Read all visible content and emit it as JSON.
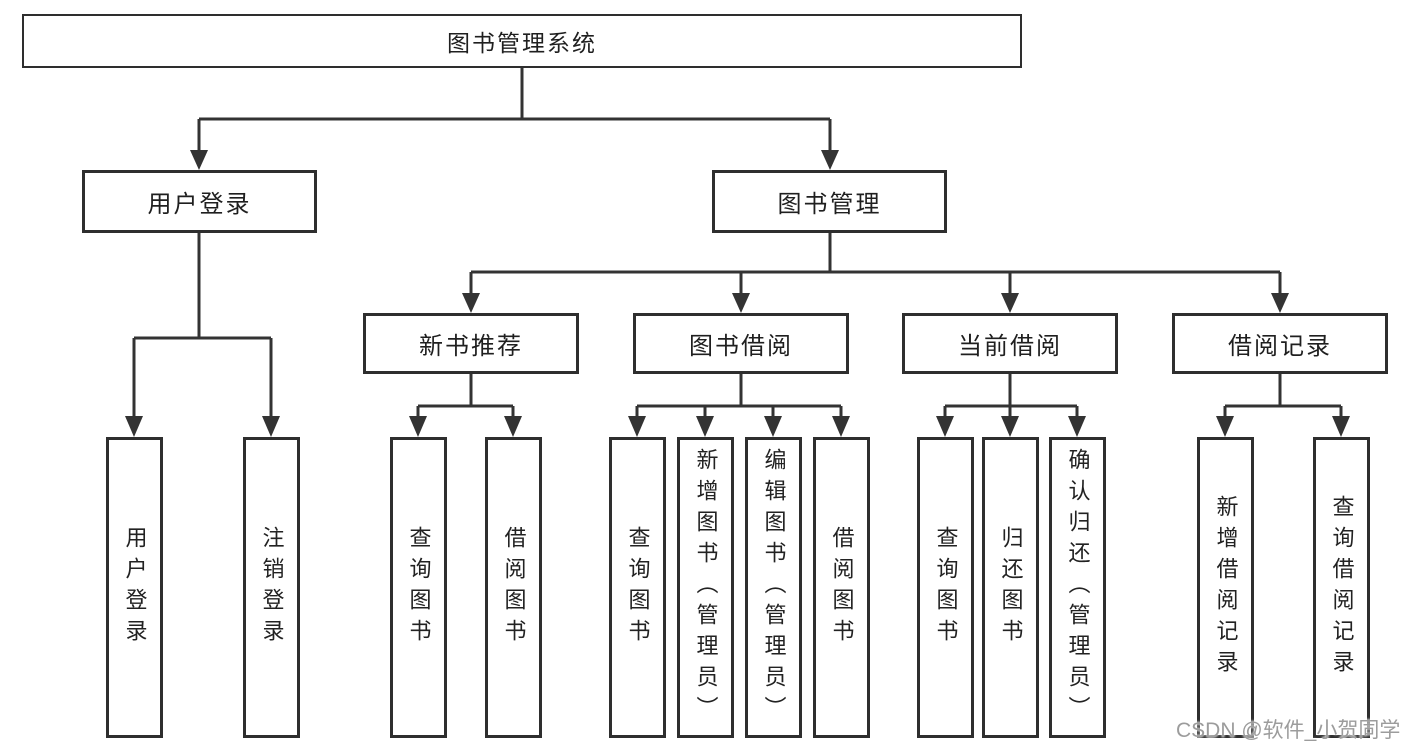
{
  "diagram": {
    "root": "图书管理系统",
    "user_login": {
      "label": "用户登录",
      "children": [
        "用户登录",
        "注销登录"
      ]
    },
    "book_mgmt": {
      "label": "图书管理",
      "sections": [
        {
          "label": "新书推荐",
          "children": [
            "查询图书",
            "借阅图书"
          ]
        },
        {
          "label": "图书借阅",
          "children": [
            "查询图书",
            "新增图书（管理员）",
            "编辑图书（管理员）",
            "借阅图书"
          ]
        },
        {
          "label": "当前借阅",
          "children": [
            "查询图书",
            "归还图书",
            "确认归还（管理员）"
          ]
        },
        {
          "label": "借阅记录",
          "children": [
            "新增借阅记录",
            "查询借阅记录"
          ]
        }
      ]
    },
    "colors": {
      "line": "#333333",
      "box_border": "#2e2e2e",
      "text": "#1f1f1f",
      "watermark": "#9c9c9c",
      "background": "#ffffff"
    }
  },
  "watermark": "CSDN @软件_小贺同学"
}
